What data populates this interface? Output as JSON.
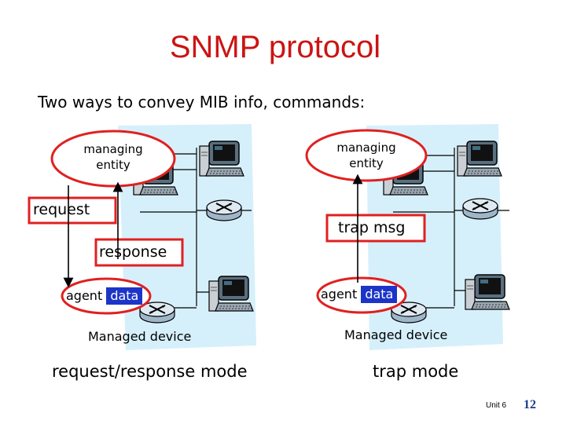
{
  "title": "SNMP protocol",
  "subtitle": "Two ways to convey MIB info, commands:",
  "left_panel": {
    "managing_entity": [
      "managing",
      "entity"
    ],
    "request_label": "request",
    "response_label": "response",
    "agent_label": "agent",
    "data_label": "data",
    "managed_device": "Managed device",
    "caption": "request/response mode"
  },
  "right_panel": {
    "managing_entity": [
      "managing",
      "entity"
    ],
    "trap_label": "trap msg",
    "agent_label": "agent",
    "data_label": "data",
    "managed_device": "Managed device",
    "caption": "trap mode"
  },
  "footer": {
    "unit": "Unit 6",
    "page_number": "12"
  },
  "colors": {
    "title": "#cc1414",
    "outline_red": "#e02020",
    "panel_fill": "#d6f0fb",
    "data_chip": "#1c34c8"
  }
}
